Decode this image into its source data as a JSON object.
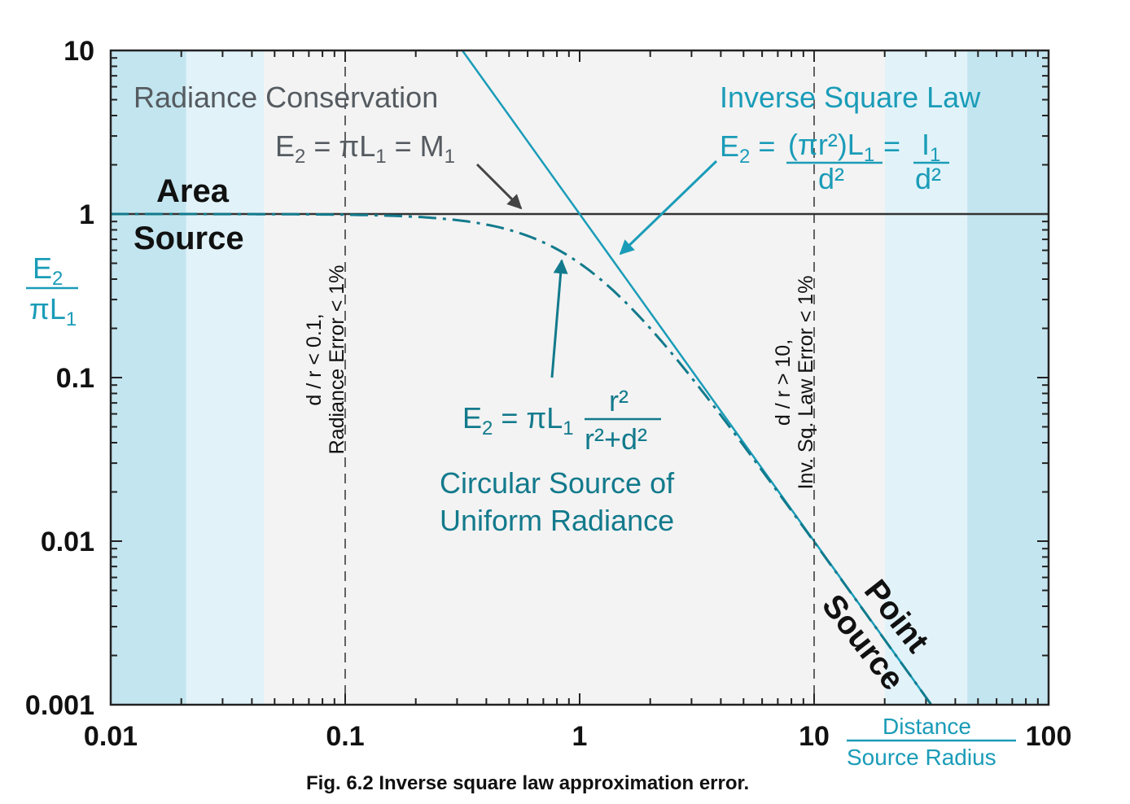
{
  "chart_data": {
    "type": "line",
    "x_scale": "log",
    "y_scale": "log",
    "xlim": [
      0.01,
      100
    ],
    "ylim": [
      0.001,
      10
    ],
    "x_tick_labels": [
      "0.01",
      "0.1",
      "1",
      "10",
      "100"
    ],
    "y_tick_labels": [
      "0.001",
      "0.01",
      "0.1",
      "1",
      "10"
    ],
    "xlabel": {
      "numerator": "Distance",
      "denominator": "Source Radius"
    },
    "ylabel": {
      "numerator": "E2",
      "denominator": "πL1"
    },
    "caption": "Fig. 6.2  Inverse square law approximation error.",
    "series": [
      {
        "name": "Radiance Conservation",
        "style": "solid",
        "color": "#333333",
        "x": [
          0.01,
          100
        ],
        "y": [
          1,
          1
        ]
      },
      {
        "name": "Inverse Square Law",
        "style": "solid",
        "color": "#1a9cb8",
        "x": [
          0.316,
          0.5,
          1,
          2,
          5,
          10,
          20,
          31.6
        ],
        "y": [
          10,
          4,
          1,
          0.25,
          0.04,
          0.01,
          0.0025,
          0.001
        ]
      },
      {
        "name": "Circular Source of Uniform Radiance",
        "style": "dashdot",
        "color": "#127a8c",
        "x": [
          0.01,
          0.1,
          0.2,
          0.3,
          0.5,
          0.7,
          1,
          1.5,
          2,
          3,
          5,
          7,
          10,
          20,
          31.6
        ],
        "y": [
          0.9999,
          0.9901,
          0.9615,
          0.9174,
          0.8,
          0.6711,
          0.5,
          0.3077,
          0.2,
          0.1,
          0.0385,
          0.02,
          0.0099,
          0.0025,
          0.001
        ]
      }
    ],
    "vlines": [
      {
        "x": 0.1,
        "style": "dashed",
        "lines": [
          "d / r < 0.1,",
          "Radiance Error < 1%"
        ]
      },
      {
        "x": 10,
        "style": "dashed",
        "lines": [
          "d / r > 10,",
          "Inv. Sq. Law Error < 1%"
        ]
      }
    ],
    "bands": [
      {
        "from": 0.01,
        "to": 0.021,
        "color": "#c3e5ef"
      },
      {
        "from": 0.021,
        "to": 0.045,
        "color": "#e1f3f9"
      },
      {
        "from": 0.045,
        "to": 20,
        "color": "#f3f3f3"
      },
      {
        "from": 20,
        "to": 45,
        "color": "#e1f3f9"
      },
      {
        "from": 45,
        "to": 100,
        "color": "#c3e5ef"
      }
    ],
    "annotations": {
      "radiance_title": "Radiance Conservation",
      "radiance_formula": {
        "E": "E",
        "sub2": "2",
        "eq": " = πL",
        "sub1": "1",
        "rest": " = M",
        "sub3": "1"
      },
      "isl_title": "Inverse Square Law",
      "isl_formula": {
        "lhs_E": "E",
        "lhs_sub": "2",
        "eq1": " = ",
        "num": "(πr²)L",
        "num_sub": "1",
        "den": "d²",
        "eq2": " = ",
        "num2": "I",
        "num2_sub": "1",
        "den2": "d²"
      },
      "circ_formula": {
        "E": "E",
        "sub": "2",
        "eq": " = πL",
        "sub1": "1",
        "num": "r²",
        "den": "r²+d²"
      },
      "circ_title_1": "Circular Source of",
      "circ_title_2": "Uniform Radiance",
      "area_1": "Area",
      "area_2": "Source",
      "point_1": "Point",
      "point_2": "Source"
    }
  }
}
